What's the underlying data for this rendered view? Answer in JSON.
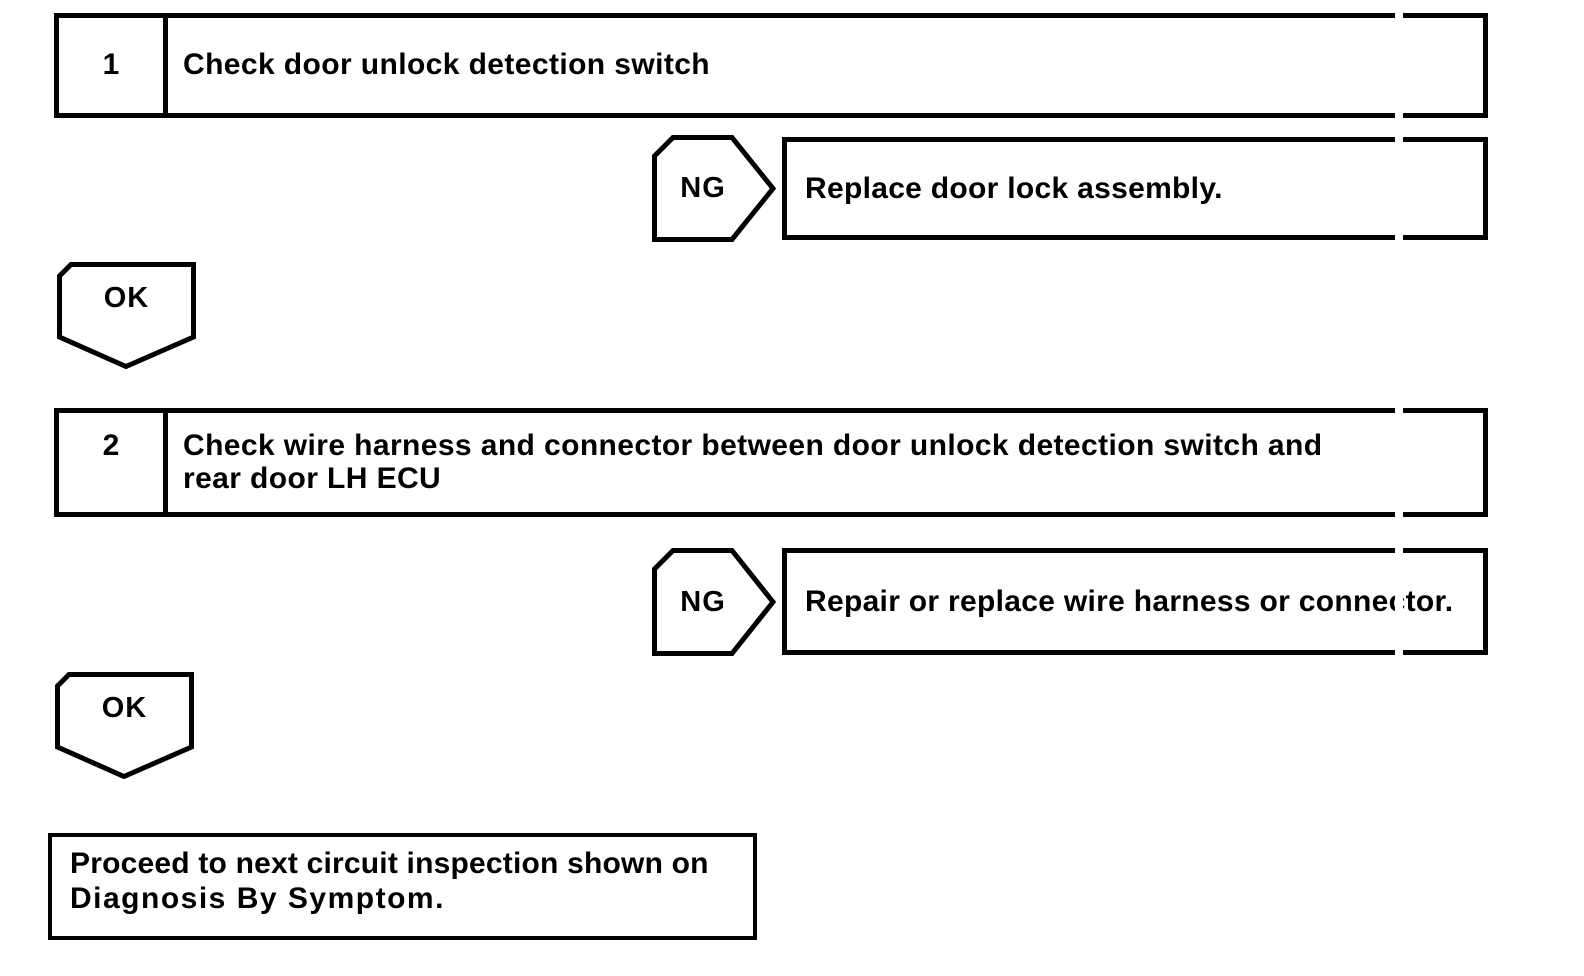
{
  "colors": {
    "ink": "#000000",
    "paper": "#ffffff"
  },
  "flow": {
    "steps": [
      {
        "number": "1",
        "instruction": "Check door unlock detection switch",
        "ng_label": "NG",
        "ng_result": "Replace door lock assembly.",
        "ok_label": "OK"
      },
      {
        "number": "2",
        "instruction": "Check wire harness and connector between door unlock detection switch and rear door LH ECU",
        "ng_label": "NG",
        "ng_result": "Repair or replace wire harness or connector.",
        "ok_label": "OK"
      }
    ],
    "final": {
      "line1": "Proceed to next circuit inspection shown on",
      "line2": "Diagnosis By Symptom."
    }
  }
}
